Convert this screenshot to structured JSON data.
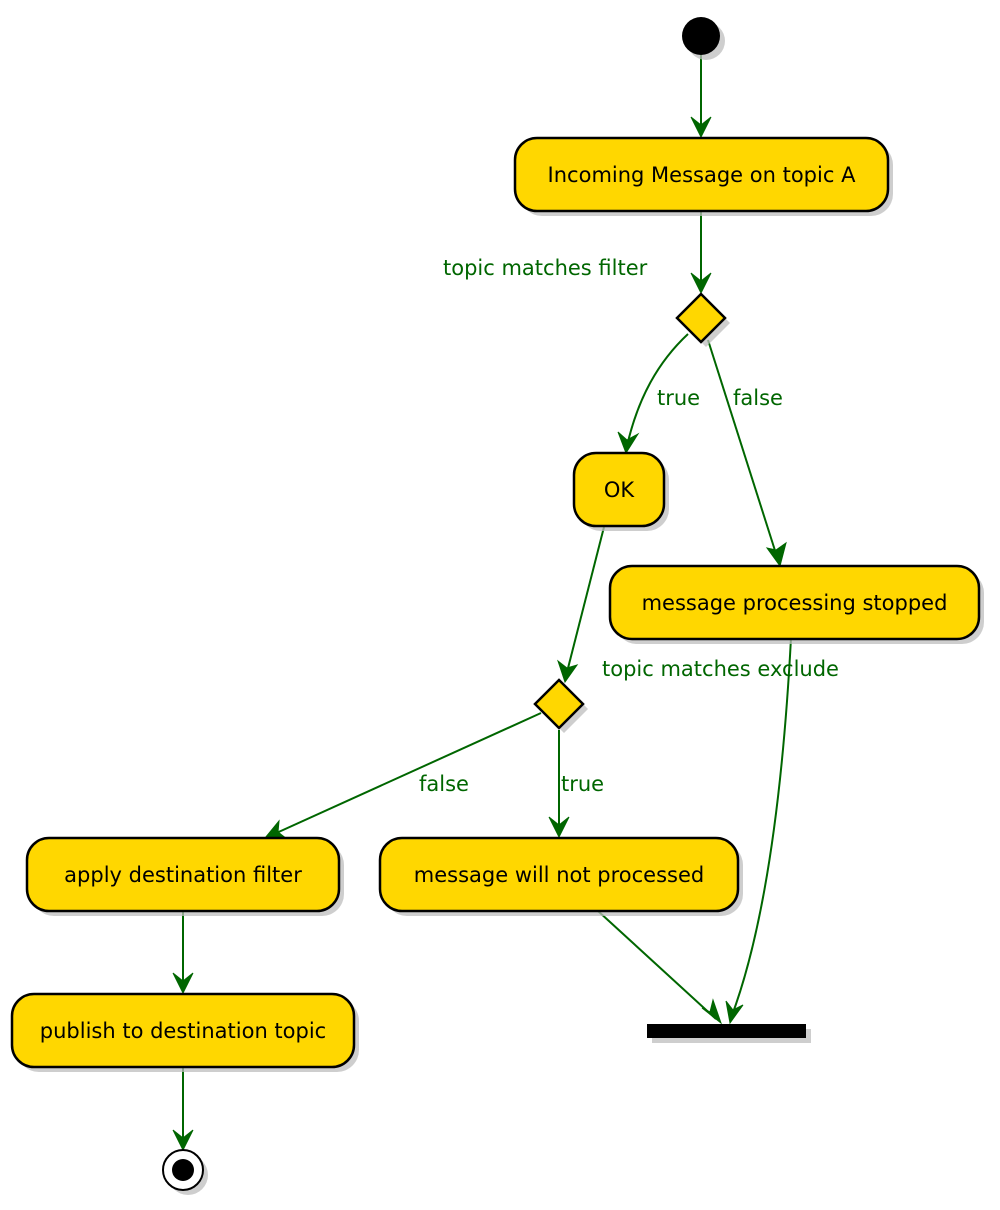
{
  "colors": {
    "activity_fill": "#FFD700",
    "activity_border": "#000000",
    "edge": "#006600",
    "edge_label": "#006600"
  },
  "nodes": {
    "start": {
      "type": "start-node"
    },
    "incoming": {
      "label": "Incoming Message on topic A"
    },
    "decision1": {
      "label": "topic matches filter",
      "type": "decision"
    },
    "ok": {
      "label": "OK"
    },
    "stopped": {
      "label": "message processing stopped"
    },
    "decision2": {
      "label": "topic matches exclude",
      "type": "decision"
    },
    "apply_filter": {
      "label": "apply destination filter"
    },
    "not_processed": {
      "label": "message will not processed"
    },
    "publish": {
      "label": "publish to destination topic"
    },
    "merge_bar": {
      "type": "sync-bar"
    },
    "end": {
      "type": "end-node"
    }
  },
  "edges": {
    "d1_true": "true",
    "d1_false": "false",
    "d2_false": "false",
    "d2_true": "true"
  }
}
